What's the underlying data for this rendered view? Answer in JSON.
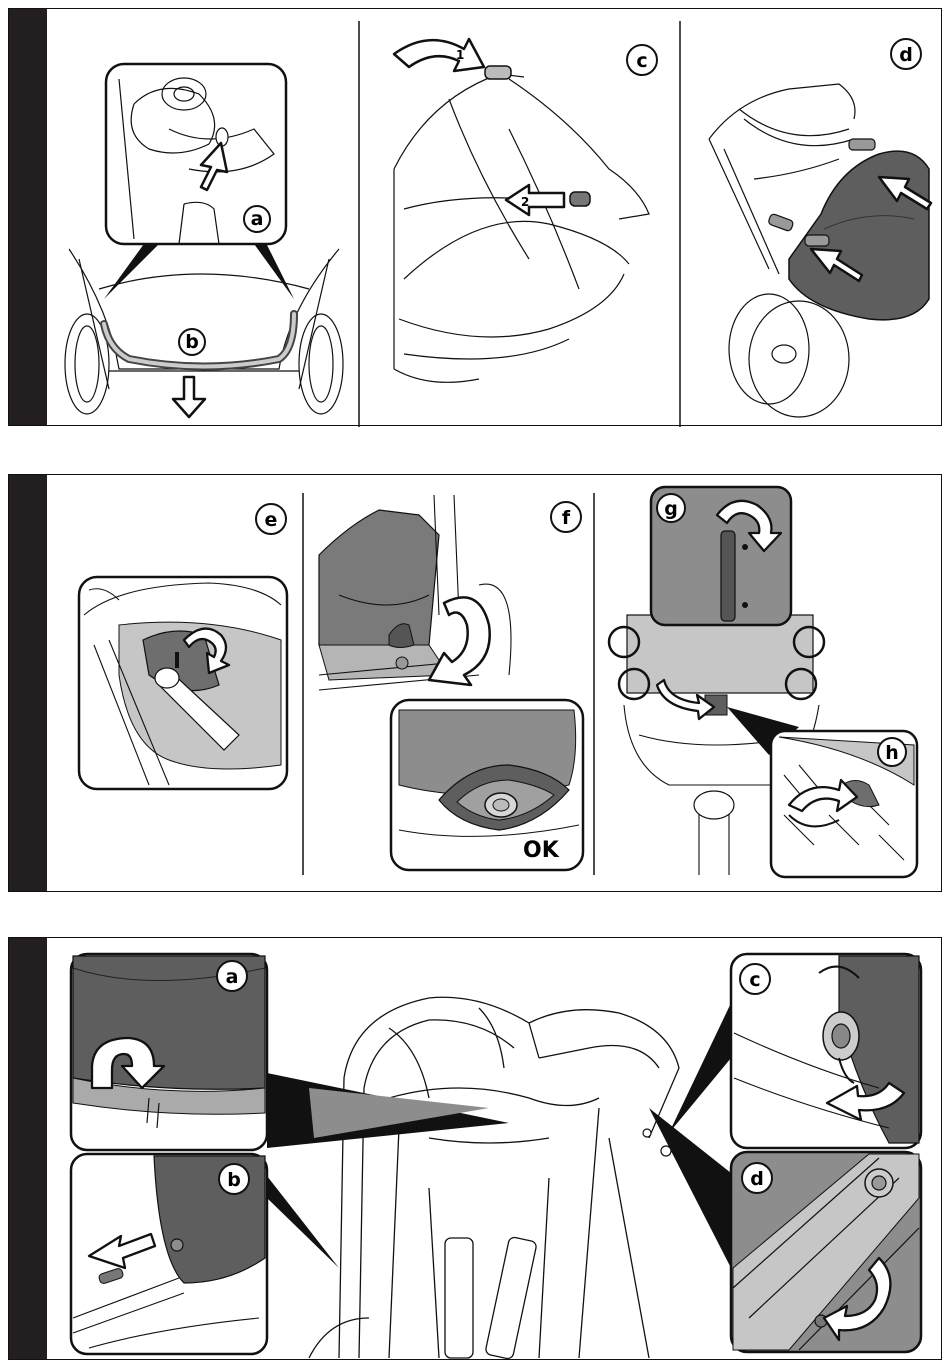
{
  "steps": {
    "a": "a",
    "b": "b",
    "c": "c",
    "d": "d",
    "e": "e",
    "f": "f",
    "g": "g",
    "h": "h"
  },
  "arrow_numbers": {
    "one": "1",
    "two": "2"
  },
  "ok_label": "OK",
  "colors": {
    "fabric_dark": "#5e5e5e",
    "fabric_mid": "#8d8d8d",
    "fabric_light": "#c6c6c6",
    "sidebar": "#231f20",
    "outline": "#111111"
  }
}
